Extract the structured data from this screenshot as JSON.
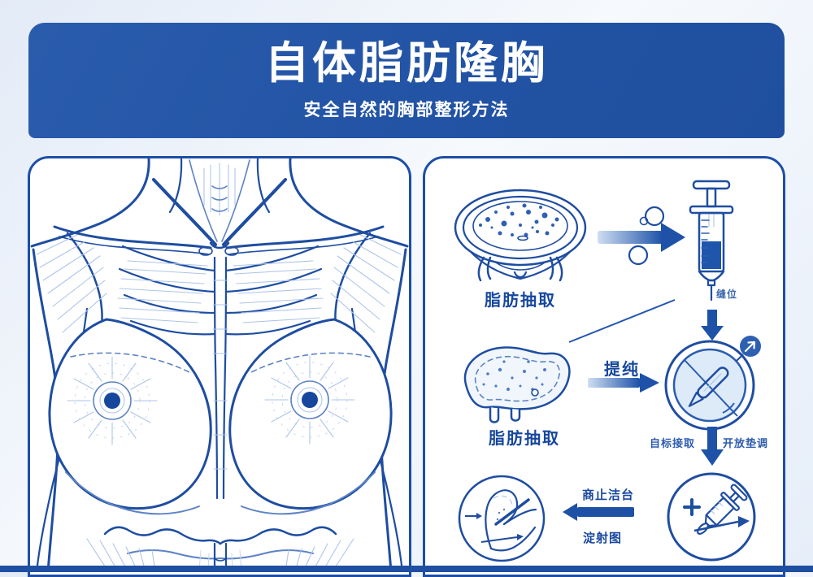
{
  "header": {
    "title": "自体脂肪隆胸",
    "subtitle": "安全自然的胸部整形方法"
  },
  "flow": {
    "step1_label": "脂肪抽取",
    "syringe_caption": "缝位",
    "step2_label": "脂肪抽取",
    "purify_label": "提纯",
    "harvest_label": "自标接取",
    "open_label": "开放垫调",
    "combine_label": "商止洁台",
    "injection_label": "淀射图"
  },
  "glyphs": {
    "external_arrow": "↗",
    "plus_sign": "+"
  },
  "colors": {
    "header_bg": "#2253a4",
    "panel_border": "#1c4ea6",
    "line_blue": "#1e4da1",
    "accent_blue": "#1d52a8",
    "light_fill": "#e9f1fa",
    "footer_bg": "#1e4fa1",
    "text_white": "#ffffff"
  }
}
